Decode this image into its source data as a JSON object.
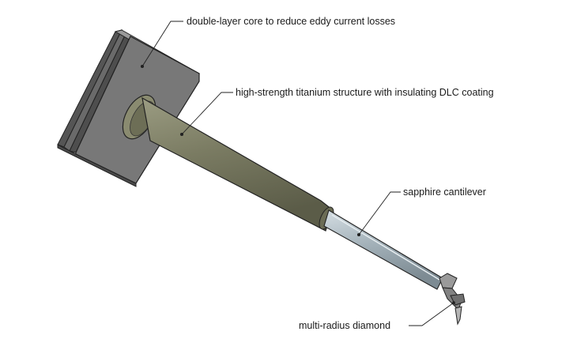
{
  "labels": {
    "core": "double-layer core to reduce eddy current losses",
    "titanium": "high-strength titanium structure with insulating DLC coating",
    "sapphire": "sapphire cantilever",
    "diamond": "multi-radius diamond"
  },
  "colors": {
    "core_face": "#7a7a7a",
    "core_top": "#8f8f8f",
    "core_side": "#5c5c5c",
    "titanium": "#77785f",
    "sapphire": "#a9b6bd",
    "diamond_holder": "#8a8a8a",
    "leader": "#222222"
  }
}
